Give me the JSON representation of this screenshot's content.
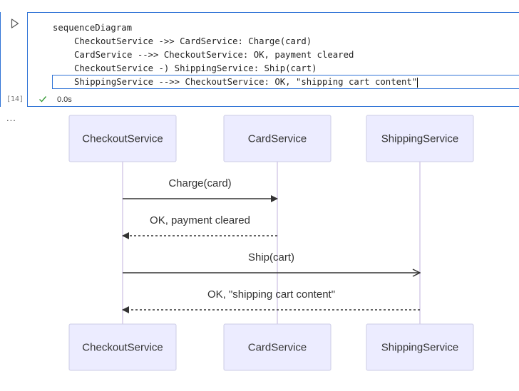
{
  "cell": {
    "execution_count": "[14]",
    "status_time": "0.0s",
    "code_lines": [
      "sequenceDiagram",
      "CheckoutService ->> CardService: Charge(card)",
      "CardService -->> CheckoutService: OK, payment cleared",
      "CheckoutService -) ShippingService: Ship(cart)",
      "ShippingService -->> CheckoutService: OK, \"shipping cart content\""
    ],
    "output_marker": "..."
  },
  "diagram": {
    "participants": [
      "CheckoutService",
      "CardService",
      "ShippingService"
    ],
    "messages": [
      {
        "from": "CheckoutService",
        "to": "CardService",
        "label": "Charge(card)",
        "style": "solid"
      },
      {
        "from": "CardService",
        "to": "CheckoutService",
        "label": "OK, payment cleared",
        "style": "dotted"
      },
      {
        "from": "CheckoutService",
        "to": "ShippingService",
        "label": "Ship(cart)",
        "style": "solid-open"
      },
      {
        "from": "ShippingService",
        "to": "CheckoutService",
        "label": "OK, \"shipping cart content\"",
        "style": "dotted"
      }
    ]
  },
  "colors": {
    "cell_border": "#2f73d6",
    "actor_fill": "#ececff",
    "actor_stroke": "#cccce6",
    "lifeline": "#d6cce8",
    "arrow": "#333333",
    "check": "#3a9c3a"
  }
}
